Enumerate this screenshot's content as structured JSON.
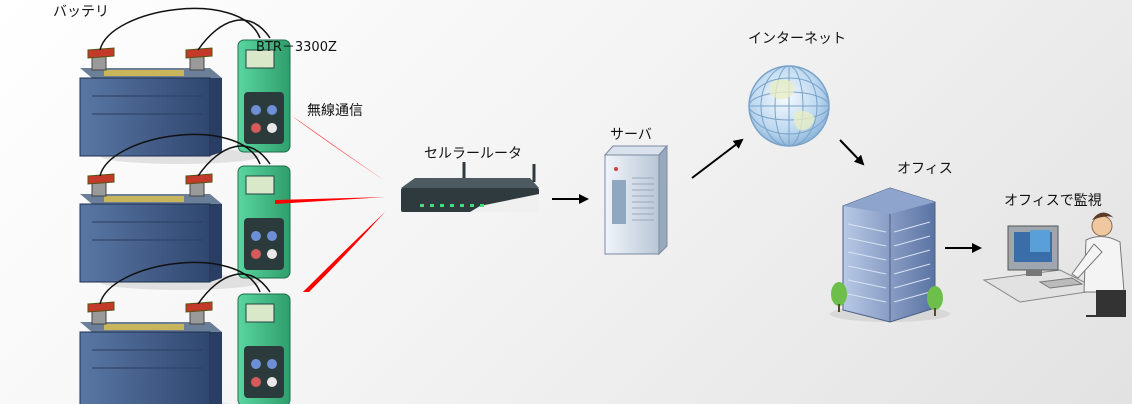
{
  "labels": {
    "battery": "バッテリ",
    "model": "BTR－3300Z",
    "wireless": "無線通信",
    "router": "セルラールータ",
    "server": "サーバ",
    "internet": "インターネット",
    "office": "オフィス",
    "monitor": "オフィスで監視"
  },
  "colors": {
    "battery_body": "#3f5b86",
    "tester_body": "#3fbf86",
    "signal": "#ff0000",
    "building": "#6e89b8",
    "globe": "#9fc6e8"
  }
}
